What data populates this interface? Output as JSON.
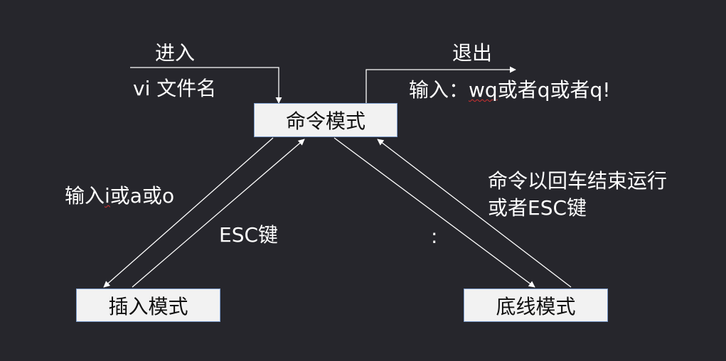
{
  "nodes": {
    "command_mode": "命令模式",
    "insert_mode": "插入模式",
    "last_line_mode": "底线模式"
  },
  "labels": {
    "enter": "进入",
    "vi_filename": "vi 文件名",
    "exit": "退出",
    "exit_prefix": "输入：",
    "exit_wq": "wq",
    "exit_rest": "或者q或者q!",
    "insert_prefix": "输入",
    "insert_i": "i",
    "insert_rest": "或a或o",
    "esc_key": "ESC键",
    "colon": ":",
    "run_line1": "命令以回车结束运行",
    "run_line2": "或者ESC键"
  },
  "colors": {
    "background": "#26262c",
    "box_fill": "#f2f2f2",
    "box_border": "#7f9fcf",
    "line": "#ffffff",
    "spellcheck_underline": "#d03030"
  }
}
